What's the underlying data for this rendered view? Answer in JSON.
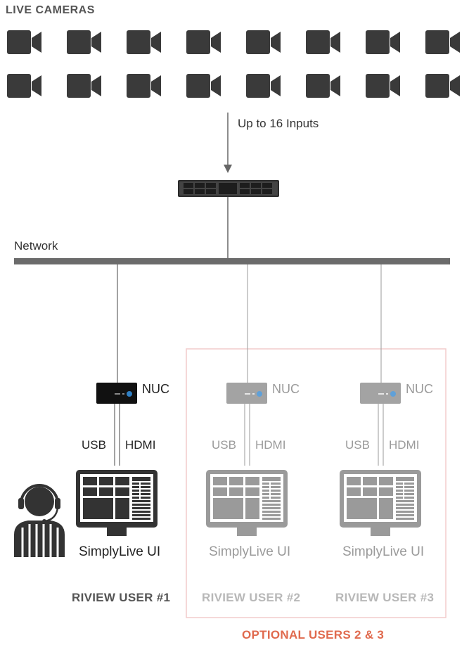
{
  "title": "LIVE CAMERAS",
  "inputs_label": "Up to 16 Inputs",
  "network_label": "Network",
  "users": [
    {
      "nuc_label": "NUC",
      "usb_label": "USB",
      "hdmi_label": "HDMI",
      "ui_label": "SimplyLive UI",
      "user_label": "RIVIEW USER #1"
    },
    {
      "nuc_label": "NUC",
      "usb_label": "USB",
      "hdmi_label": "HDMI",
      "ui_label": "SimplyLive UI",
      "user_label": "RIVIEW USER #2"
    },
    {
      "nuc_label": "NUC",
      "usb_label": "USB",
      "hdmi_label": "HDMI",
      "ui_label": "SimplyLive UI",
      "user_label": "RIVIEW USER #3"
    }
  ],
  "optional_label": "OPTIONAL USERS 2 & 3",
  "colors": {
    "dark": "#222222",
    "gray": "#9a9a9a",
    "accent": "#e06a4e",
    "optional_border": "#f2cccc"
  }
}
